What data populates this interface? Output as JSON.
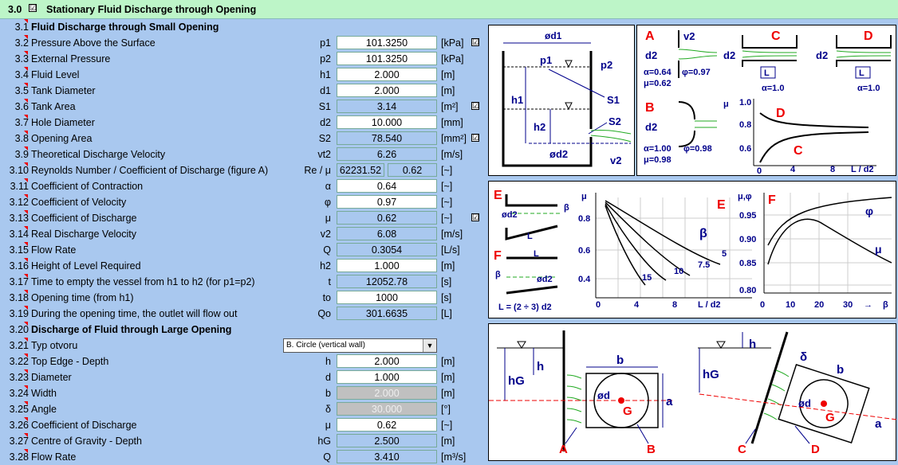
{
  "header": {
    "number": "3.0",
    "checkbox": "☑",
    "title": "Stationary Fluid Discharge through Opening"
  },
  "rows": [
    {
      "num": "3.1",
      "label": "Fluid Discharge through Small Opening"
    },
    {
      "num": "3.2",
      "label": "Pressure Above the Surface",
      "sym": "p1",
      "value": "101.3250",
      "unit": "[kPa]",
      "check": "☑"
    },
    {
      "num": "3.3",
      "label": "External Pressure",
      "sym": "p2",
      "value": "101.3250",
      "unit": "[kPa]"
    },
    {
      "num": "3.4",
      "label": "Fluid Level",
      "sym": "h1",
      "value": "2.000",
      "unit": "[m]"
    },
    {
      "num": "3.5",
      "label": "Tank Diameter",
      "sym": "d1",
      "value": "2.000",
      "unit": "[m]"
    },
    {
      "num": "3.6",
      "label": "Tank Area",
      "sym": "S1",
      "value": "3.14",
      "unit": "[m²]",
      "check": "☑"
    },
    {
      "num": "3.7",
      "label": "Hole Diameter",
      "sym": "d2",
      "value": "10.000",
      "unit": "[mm]"
    },
    {
      "num": "3.8",
      "label": "Opening Area",
      "sym": "S2",
      "value": "78.540",
      "unit": "[mm²]",
      "check": "☑"
    },
    {
      "num": "3.9",
      "label": "Theoretical Discharge Velocity",
      "sym": "vt2",
      "value": "6.26",
      "unit": "[m/s]"
    },
    {
      "num": "3.10",
      "label": "Reynolds Number / Coefficient of Discharge (figure A)",
      "sym": "Re / μ",
      "value": "62231.52",
      "value2": "0.62",
      "unit": "[~]"
    },
    {
      "num": "3.11",
      "label": "Coefficient of Contraction",
      "sym": "α",
      "value": "0.64",
      "unit": "[~]"
    },
    {
      "num": "3.12",
      "label": "Coefficient of Velocity",
      "sym": "φ",
      "value": "0.97",
      "unit": "[~]"
    },
    {
      "num": "3.13",
      "label": "Coefficient of Discharge",
      "sym": "μ",
      "value": "0.62",
      "unit": "[~]",
      "check": "☑"
    },
    {
      "num": "3.14",
      "label": "Real Discharge Velocity",
      "sym": "v2",
      "value": "6.08",
      "unit": "[m/s]"
    },
    {
      "num": "3.15",
      "label": "Flow Rate",
      "sym": "Q",
      "value": "0.3054",
      "unit": "[L/s]"
    },
    {
      "num": "3.16",
      "label": "Height of Level Required",
      "sym": "h2",
      "value": "1.000",
      "unit": "[m]"
    },
    {
      "num": "3.17",
      "label": "Time to empty the vessel from h1 to h2 (for p1=p2)",
      "sym": "t",
      "value": "12052.78",
      "unit": "[s]"
    },
    {
      "num": "3.18",
      "label": "Opening time (from h1)",
      "sym": "to",
      "value": "1000",
      "unit": "[s]"
    },
    {
      "num": "3.19",
      "label": "During the opening time, the outlet will flow out",
      "sym": "Qo",
      "value": "301.6635",
      "unit": "[L]"
    },
    {
      "num": "3.20",
      "label": "Discharge of Fluid through Large Opening"
    },
    {
      "num": "3.21",
      "label": "Typ otvoru",
      "select": "B. Circle (vertical wall)"
    },
    {
      "num": "3.22",
      "label": "Top Edge - Depth",
      "sym": "h",
      "value": "2.000",
      "unit": "[m]"
    },
    {
      "num": "3.23",
      "label": "Diameter",
      "sym": "d",
      "value": "1.000",
      "unit": "[m]"
    },
    {
      "num": "3.24",
      "label": "Width",
      "sym": "b",
      "value": "2.000",
      "unit": "[m]"
    },
    {
      "num": "3.25",
      "label": "Angle",
      "sym": "δ",
      "value": "30.000",
      "unit": "[°]"
    },
    {
      "num": "3.26",
      "label": "Coefficient of Discharge",
      "sym": "μ",
      "value": "0.62",
      "unit": "[~]"
    },
    {
      "num": "3.27",
      "label": "Centre of Gravity - Depth",
      "sym": "hG",
      "value": "2.500",
      "unit": "[m]"
    },
    {
      "num": "3.28",
      "label": "Flow Rate",
      "sym": "Q",
      "value": "3.410",
      "unit": "[m³/s]"
    }
  ],
  "figures": {
    "tank": {
      "d1": "ød1",
      "p1": "p1",
      "p2": "p2",
      "h1": "h1",
      "h2": "h2",
      "s1": "S1",
      "s2": "S2",
      "d2": "ød2",
      "v2": "v2"
    },
    "nozzles": {
      "A": "A",
      "B": "B",
      "C": "C",
      "D": "D",
      "v2": "v2",
      "d2": "d2",
      "L": "L",
      "a_alpha": "α=0.64",
      "a_phi": "φ=0.97",
      "a_mu": "μ=0.62",
      "b_alpha": "α=1.00",
      "b_phi": "φ=0.98",
      "b_mu": "μ=0.98",
      "c_alpha": "α=1.0",
      "d_alpha": "α=1.0",
      "mu_axis": "μ",
      "y10": "1.0",
      "y08": "0.8",
      "y06": "0.6",
      "x0": "0",
      "x4": "4",
      "x8": "8",
      "xlab": "L / d2"
    },
    "graphE": {
      "E": "E",
      "F": "F",
      "beta": "β",
      "d2": "ød2",
      "L": "L",
      "formula": "L = (2 ÷ 3) d2",
      "mu": "μ",
      "y08": "0.8",
      "y06": "0.6",
      "y04": "0.4",
      "x0": "0",
      "x4": "4",
      "x8": "8",
      "xlab": "L / d2",
      "c5": "5",
      "c75": "7.5",
      "c10": "10",
      "c15": "15"
    },
    "graphF": {
      "F": "F",
      "ylab": "μ,φ",
      "y095": "0.95",
      "y090": "0.90",
      "y085": "0.85",
      "y080": "0.80",
      "x0": "0",
      "x10": "10",
      "x20": "20",
      "x30": "30",
      "xlab": "β",
      "phi": "φ",
      "mu": "μ"
    },
    "large": {
      "hG": "hG",
      "h": "h",
      "b": "b",
      "a": "a",
      "d": "ød",
      "G": "G",
      "A": "A",
      "B": "B",
      "C": "C",
      "D": "D",
      "delta": "δ"
    }
  }
}
